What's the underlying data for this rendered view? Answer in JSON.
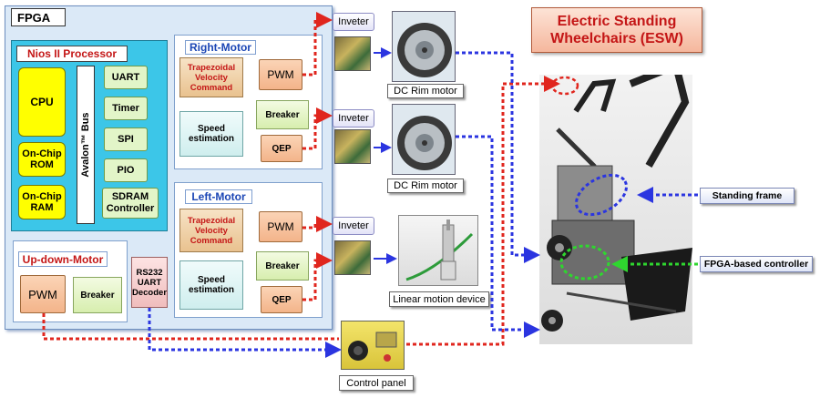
{
  "fpga": {
    "title": "FPGA",
    "nios": {
      "title": "Nios II Processor",
      "bus_label": "Avalon™ Bus",
      "cpu": "CPU",
      "rom": "On-Chip ROM",
      "ram": "On-Chip RAM",
      "peripherals": [
        "UART",
        "Timer",
        "SPI",
        "PIO",
        "SDRAM Controller"
      ]
    },
    "right_motor": {
      "title": "Right-Motor",
      "trapezoidal": "Trapezoidal Velocity Command",
      "pwm": "PWM",
      "speed": "Speed estimation",
      "breaker": "Breaker",
      "qep": "QEP"
    },
    "left_motor": {
      "title": "Left-Motor",
      "trapezoidal": "Trapezoidal Velocity Command",
      "pwm": "PWM",
      "speed": "Speed estimation",
      "breaker": "Breaker",
      "qep": "QEP"
    },
    "updown_motor": {
      "title": "Up-down-Motor",
      "pwm": "PWM",
      "breaker": "Breaker"
    },
    "rs232": "RS232 UART Decoder"
  },
  "devices": {
    "inverter_1": "Inveter",
    "inverter_2": "Inveter",
    "inverter_3": "Inveter",
    "dc_motor_1": "DC Rim motor",
    "dc_motor_2": "DC Rim motor",
    "linear": "Linear motion device",
    "control_panel": "Control panel"
  },
  "esw": {
    "title": "Electric Standing Wheelchairs (ESW)",
    "standing_frame": "Standing frame",
    "fpga_controller": "FPGA-based controller"
  },
  "colors": {
    "red_wire": "#e0261e",
    "blue_wire": "#2b35e0",
    "green_wire": "#2fd62f",
    "nios_bg": "#3cc6e8",
    "fpga_bg": "#dbe9f7"
  }
}
